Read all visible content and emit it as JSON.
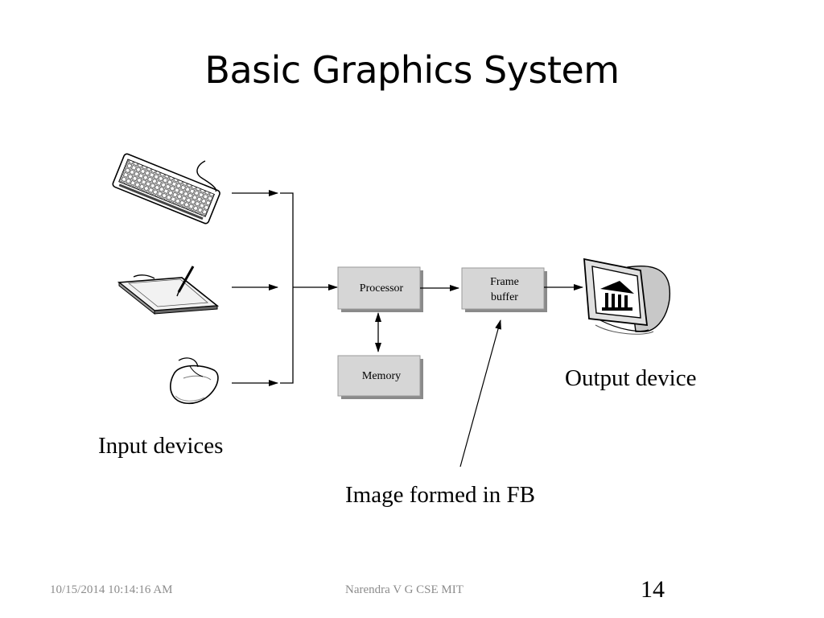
{
  "slide": {
    "title": "Basic Graphics System",
    "footer": {
      "date": "10/15/2014 10:14:16 AM",
      "author": "Narendra V G CSE MIT",
      "page": "14"
    }
  },
  "diagram": {
    "boxes": {
      "processor": "Processor",
      "frame_buffer_line1": "Frame",
      "frame_buffer_line2": "buffer",
      "memory": "Memory"
    },
    "devices": [
      "keyboard-icon",
      "graphics-tablet-icon",
      "mouse-icon",
      "crt-monitor-icon"
    ],
    "captions": {
      "input": "Input devices",
      "output": "Output device",
      "image": "Image formed in FB"
    }
  }
}
